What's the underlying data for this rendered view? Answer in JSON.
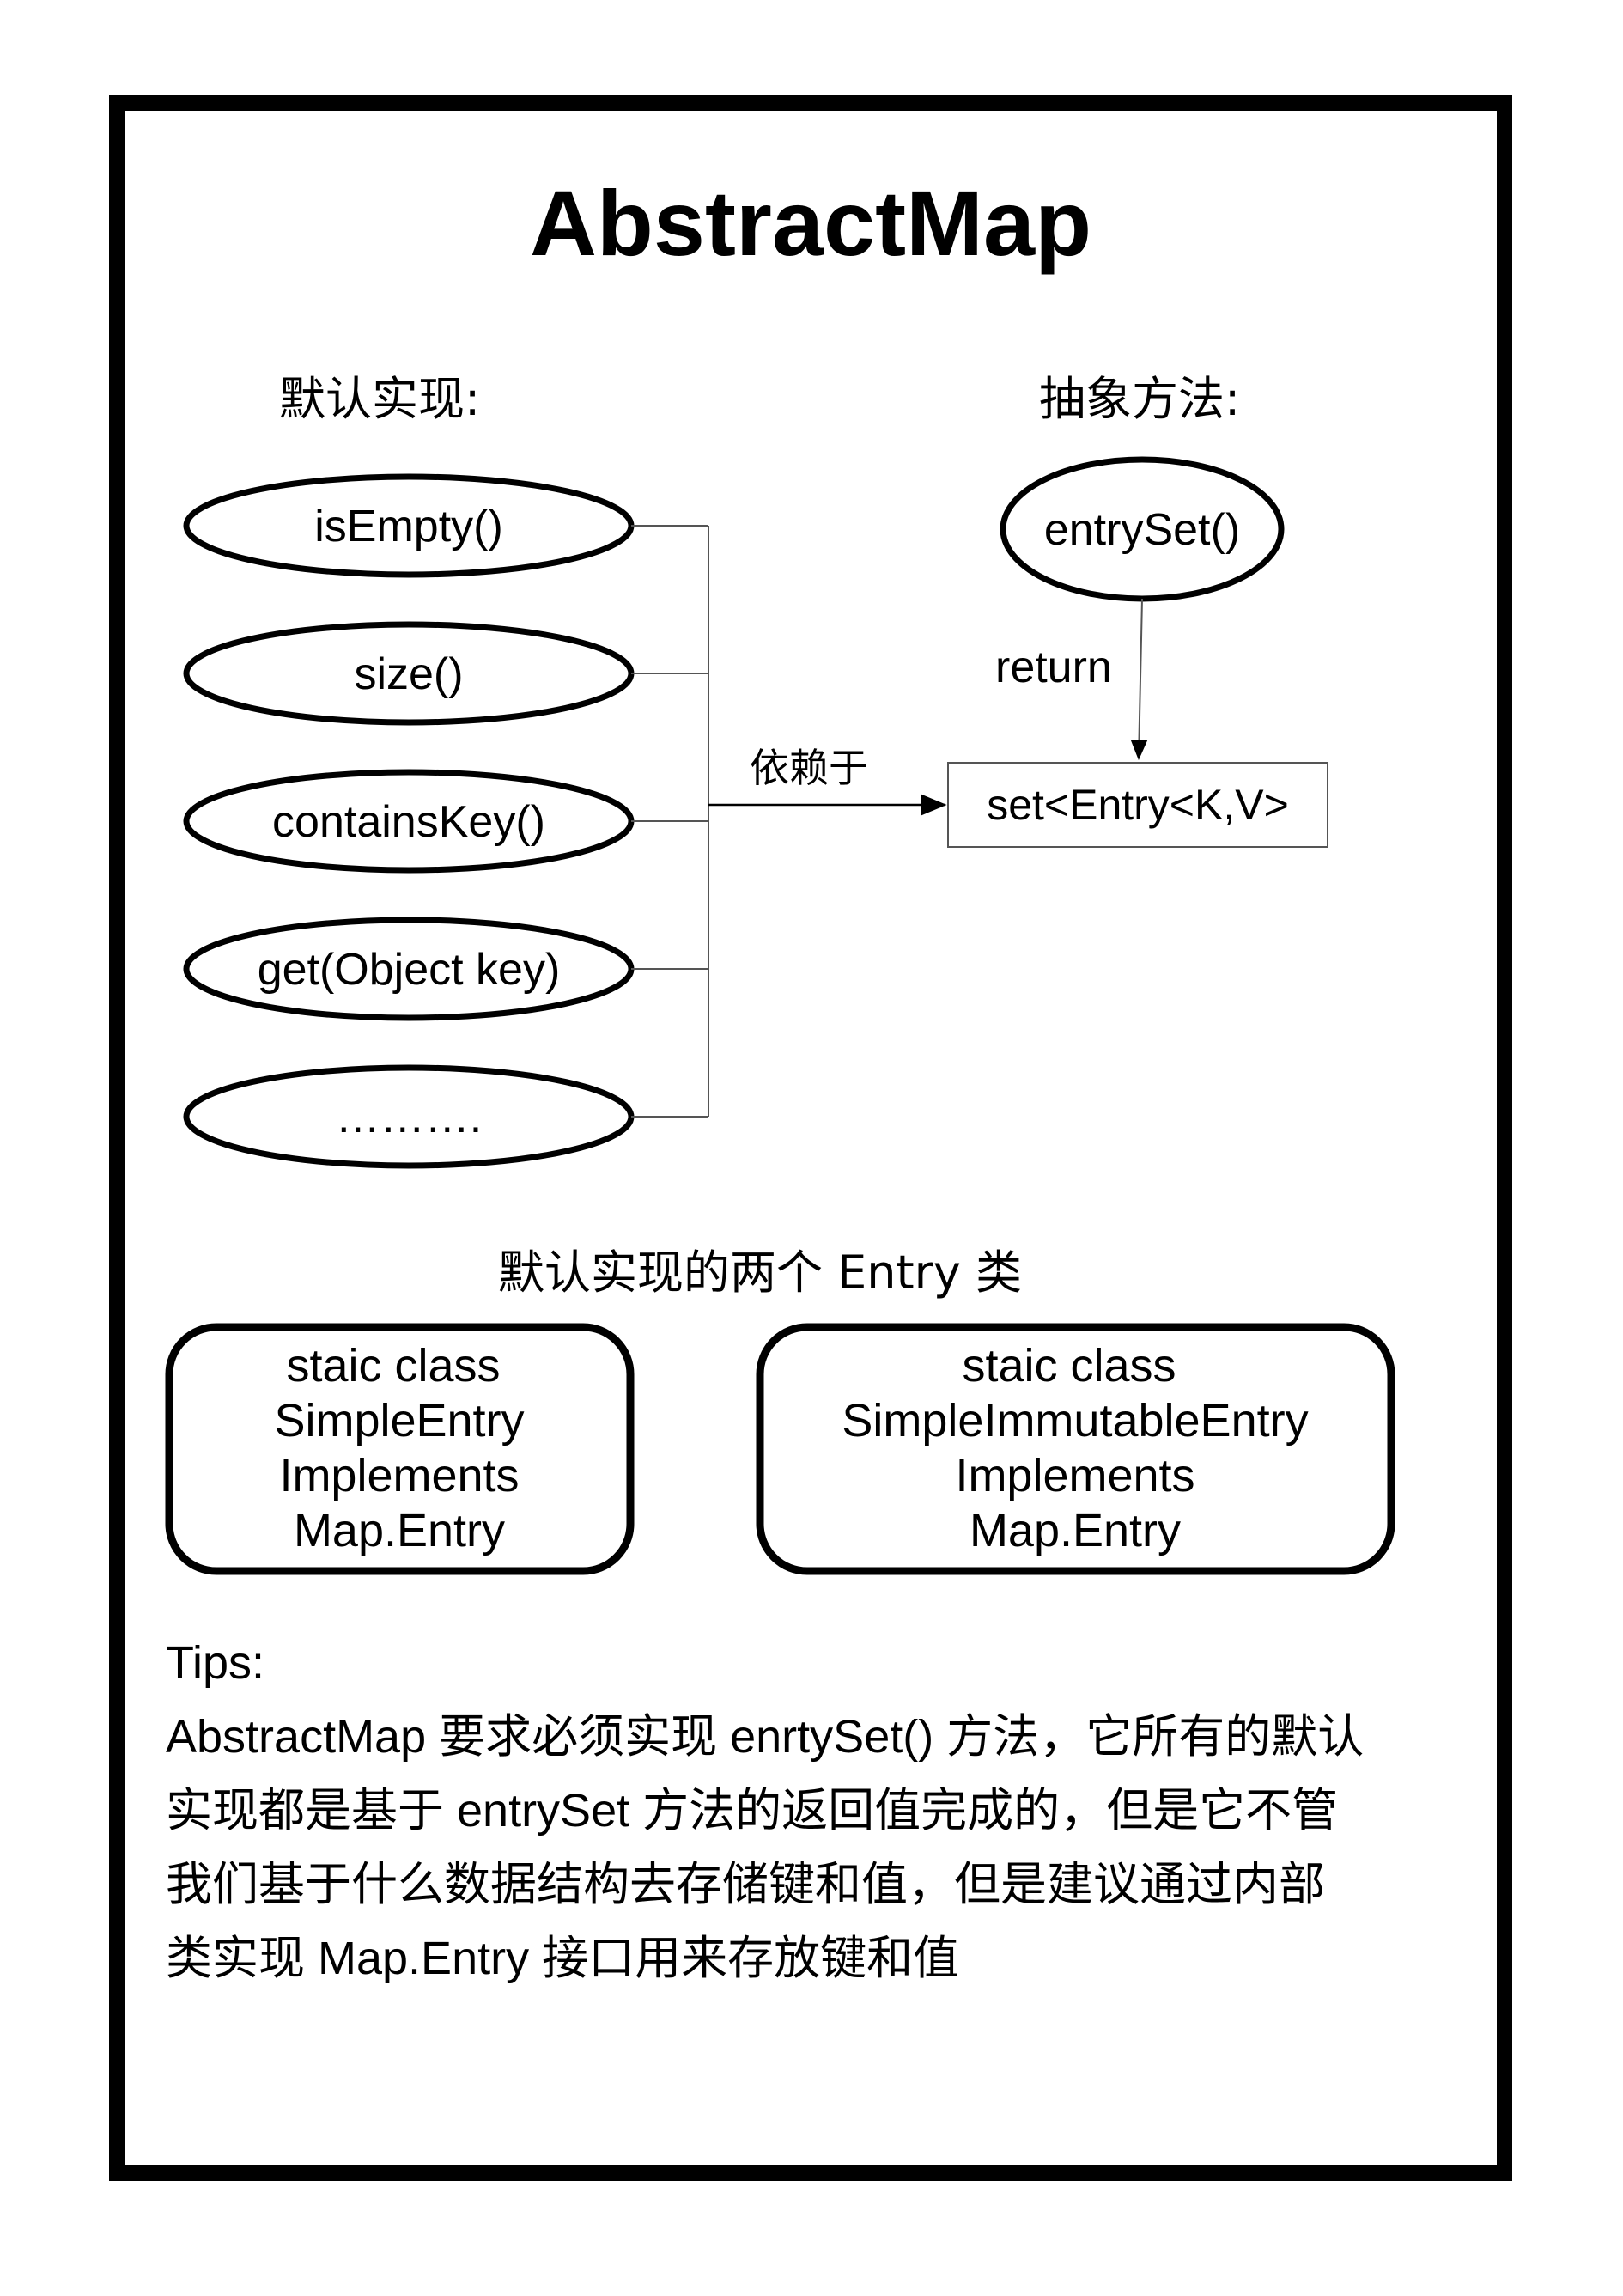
{
  "diagram": {
    "title": "AbstractMap",
    "default_impl_heading": "默认实现:",
    "abstract_method_heading": "抽象方法:",
    "default_methods": [
      "isEmpty()",
      "size()",
      "containsKey()",
      "get(Object key)",
      "………."
    ],
    "abstract_method": "entrySet()",
    "return_label": "return",
    "depends_label": "依赖于",
    "return_type": "set<Entry<K,V>",
    "entry_classes_heading": "默认实现的两个 Entry 类",
    "entry_classes": [
      [
        "staic class",
        "SimpleEntry",
        "Implements",
        "Map.Entry"
      ],
      [
        "staic class",
        "SimpleImmutableEntry",
        "Implements",
        "Map.Entry"
      ]
    ]
  },
  "tips": {
    "label": "Tips:",
    "lines": [
      "AbstractMap 要求必须实现 enrtySet() 方法，它所有的默认",
      "实现都是基于 entrySet 方法的返回值完成的，但是它不管",
      "我们基于什么数据结构去存储键和值，但是建议通过内部",
      "类实现 Map.Entry 接口用来存放键和值"
    ]
  }
}
